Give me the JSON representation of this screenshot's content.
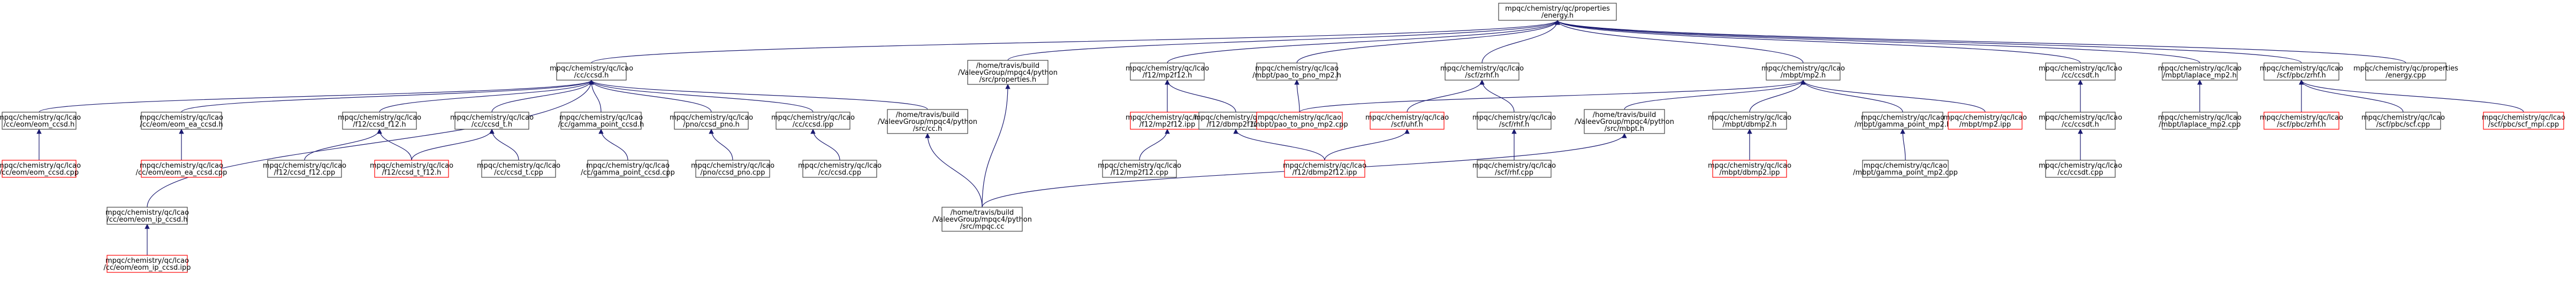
{
  "colors": {
    "edge": "#191970",
    "border_default": "#404040",
    "border_missing": "#ff0000",
    "root_fill": "#bfbfbf"
  },
  "nodes": {
    "root": {
      "lines": [
        "mpqc/chemistry/qc/properties",
        "/energy.h"
      ]
    },
    "ccsd_h": {
      "lines": [
        "mpqc/chemistry/qc/lcao",
        "/cc/ccsd.h"
      ]
    },
    "prop_py": {
      "lines": [
        "/home/travis/build",
        "/ValeevGroup/mpqc4/python",
        "/src/properties.h"
      ]
    },
    "f12_mp2f12_h": {
      "lines": [
        "mpqc/chemistry/qc/lcao",
        "/f12/mp2f12.h"
      ]
    },
    "pao_h": {
      "lines": [
        "mpqc/chemistry/qc/lcao",
        "/mbpt/pao_to_pno_mp2.h"
      ]
    },
    "scf_h": {
      "lines": [
        "mpqc/chemistry/qc/lcao",
        "/scf/zrhf.h"
      ]
    },
    "mp2_h": {
      "lines": [
        "mpqc/chemistry/qc/lcao",
        "/mbpt/mp2.h"
      ]
    },
    "ccsdt_h": {
      "lines": [
        "mpqc/chemistry/qc/lcao",
        "/cc/ccsdt.h"
      ]
    },
    "lap_h": {
      "lines": [
        "mpqc/chemistry/qc/lcao",
        "/mbpt/laplace_mp2.h"
      ]
    },
    "pbc_h": {
      "lines": [
        "mpqc/chemistry/qc/lcao",
        "/scf/pbc/zrhf.h"
      ]
    },
    "energy_cpp": {
      "lines": [
        "mpqc/chemistry/qc/properties",
        "/energy.cpp"
      ]
    },
    "eom_h": {
      "lines": [
        "mpqc/chemistry/qc/lcao",
        "/cc/eom/eom_ccsd.h"
      ]
    },
    "eom_ea_h": {
      "lines": [
        "mpqc/chemistry/qc/lcao",
        "/cc/eom/eom_ea_ccsd.h"
      ]
    },
    "f12ccsd_h": {
      "lines": [
        "mpqc/chemistry/qc/lcao",
        "/f12/ccsd_f12.h"
      ]
    },
    "ccsdt_dep_h": {
      "lines": [
        "mpqc/chemistry/qc/lcao",
        "/cc/ccsd_t.h"
      ]
    },
    "gp_ccsd_h": {
      "lines": [
        "mpqc/chemistry/qc/lcao",
        "/cc/gamma_point_ccsd.h"
      ]
    },
    "pno_h": {
      "lines": [
        "mpqc/chemistry/qc/lcao",
        "/pno/ccsd_pno.h"
      ]
    },
    "ccsd_ipp": {
      "lines": [
        "mpqc/chemistry/qc/lcao",
        "/cc/ccsd.ipp"
      ]
    },
    "cc_py": {
      "lines": [
        "/home/travis/build",
        "/ValeevGroup/mpqc4/python",
        "/src/cc.h"
      ]
    },
    "mp2f12_ipp": {
      "lines": [
        "mpqc/chemistry/qc/lcao",
        "/f12/mp2f12.ipp"
      ]
    },
    "dbmp2f12_h": {
      "lines": [
        "mpqc/chemistry/qc/lcao",
        "/f12/dbmp2f12.h"
      ]
    },
    "pao_cpp": {
      "lines": [
        "mpqc/chemistry/qc/lcao",
        "/mbpt/pao_to_pno_mp2.cpp"
      ]
    },
    "uhf_h": {
      "lines": [
        "mpqc/chemistry/qc/lcao",
        "/scf/uhf.h"
      ]
    },
    "zrhf_h": {
      "lines": [
        "mpqc/chemistry/qc/lcao",
        "/scf/rhf.h"
      ]
    },
    "mbpt_py": {
      "lines": [
        "/home/travis/build",
        "/ValeevGroup/mpqc4/python",
        "/src/mbpt.h"
      ]
    },
    "dbmp2_h": {
      "lines": [
        "mpqc/chemistry/qc/lcao",
        "/mbpt/dbmp2.h"
      ]
    },
    "gp_mp2_h": {
      "lines": [
        "mpqc/chemistry/qc/lcao",
        "/mbpt/gamma_point_mp2.h"
      ]
    },
    "mp2_ipp": {
      "lines": [
        "mpqc/chemistry/qc/lcao",
        "/mbpt/mp2.ipp"
      ]
    },
    "ccsdt_cc_h": {
      "lines": [
        "mpqc/chemistry/qc/lcao",
        "/cc/ccsdt.h"
      ]
    },
    "lap_cpp": {
      "lines": [
        "mpqc/chemistry/qc/lcao",
        "/mbpt/laplace_mp2.cpp"
      ]
    },
    "pbc_zrhf_h": {
      "lines": [
        "mpqc/chemistry/qc/lcao",
        "/scf/pbc/zrhf.h"
      ]
    },
    "pbc_cpp": {
      "lines": [
        "mpqc/chemistry/qc/lcao",
        "/scf/pbc/scf.cpp"
      ]
    },
    "pbc_ipp": {
      "lines": [
        "mpqc/chemistry/qc/lcao",
        "/scf/pbc/scf_mpi.cpp"
      ]
    },
    "eom_cpp": {
      "lines": [
        "mpqc/chemistry/qc/lcao",
        "/cc/eom/eom_ccsd.cpp"
      ]
    },
    "eom_ea_cpp": {
      "lines": [
        "mpqc/chemistry/qc/lcao",
        "/cc/eom/eom_ea_ccsd.cpp"
      ]
    },
    "eom_ip_h": {
      "lines": [
        "mpqc/chemistry/qc/lcao",
        "/cc/eom/eom_ip_ccsd.h"
      ]
    },
    "eom_ip_ipp": {
      "lines": [
        "mpqc/chemistry/qc/lcao",
        "/cc/eom/eom_ip_ccsd.ipp"
      ]
    },
    "f12ccsd_cpp": {
      "lines": [
        "mpqc/chemistry/qc/lcao",
        "/f12/ccsd_f12.cpp"
      ]
    },
    "f12ccsd_t": {
      "lines": [
        "mpqc/chemistry/qc/lcao",
        "/f12/ccsd_t_f12.h"
      ]
    },
    "ccsd_t_cpp": {
      "lines": [
        "mpqc/chemistry/qc/lcao",
        "/cc/ccsd_t.cpp"
      ]
    },
    "gp_ccsd_cpp": {
      "lines": [
        "mpqc/chemistry/qc/lcao",
        "/cc/gamma_point_ccsd.cpp"
      ]
    },
    "pno_cpp": {
      "lines": [
        "mpqc/chemistry/qc/lcao",
        "/pno/ccsd_pno.cpp"
      ]
    },
    "ccsd_cpp": {
      "lines": [
        "mpqc/chemistry/qc/lcao",
        "/cc/ccsd.cpp"
      ]
    },
    "mpqc_cc": {
      "lines": [
        "/home/travis/build",
        "/ValeevGroup/mpqc4/python",
        "/src/mpqc.cc"
      ]
    },
    "mp2f12_cpp": {
      "lines": [
        "mpqc/chemistry/qc/lcao",
        "/f12/mp2f12.cpp"
      ]
    },
    "dbmp2f12_ipp": {
      "lines": [
        "mpqc/chemistry/qc/lcao",
        "/f12/dbmp2f12.ipp"
      ]
    },
    "zrhf_cpp": {
      "lines": [
        "mpqc/chemistry/qc/lcao",
        "/scf/rhf.cpp"
      ]
    },
    "dbmp2_ipp": {
      "lines": [
        "mpqc/chemistry/qc/lcao",
        "/mbpt/dbmp2.ipp"
      ]
    },
    "gp_mp2_cpp": {
      "lines": [
        "mpqc/chemistry/qc/lcao",
        "/mbpt/gamma_point_mp2.cpp"
      ]
    },
    "ccsdt_cpp": {
      "lines": [
        "mpqc/chemistry/qc/lcao",
        "/cc/ccsdt.cpp"
      ]
    }
  }
}
